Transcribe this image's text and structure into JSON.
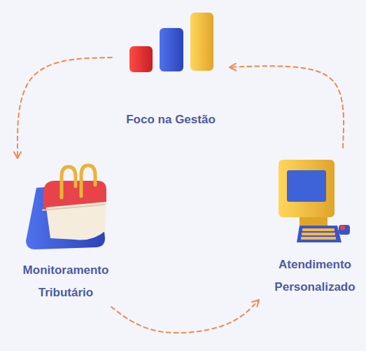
{
  "diagram": {
    "nodes": [
      {
        "text": [
          "Foco na Gestão"
        ]
      },
      {
        "text": [
          "Monitoramento Tributário"
        ]
      },
      {
        "text": [
          "Atendimento Personalizado"
        ]
      }
    ],
    "edges": [
      {
        "from": 0,
        "to": 1,
        "arrow": "to"
      },
      {
        "from": 1,
        "to": 2,
        "arrow": "to"
      },
      {
        "from": 2,
        "to": 0,
        "arrow": "to"
      }
    ]
  }
}
